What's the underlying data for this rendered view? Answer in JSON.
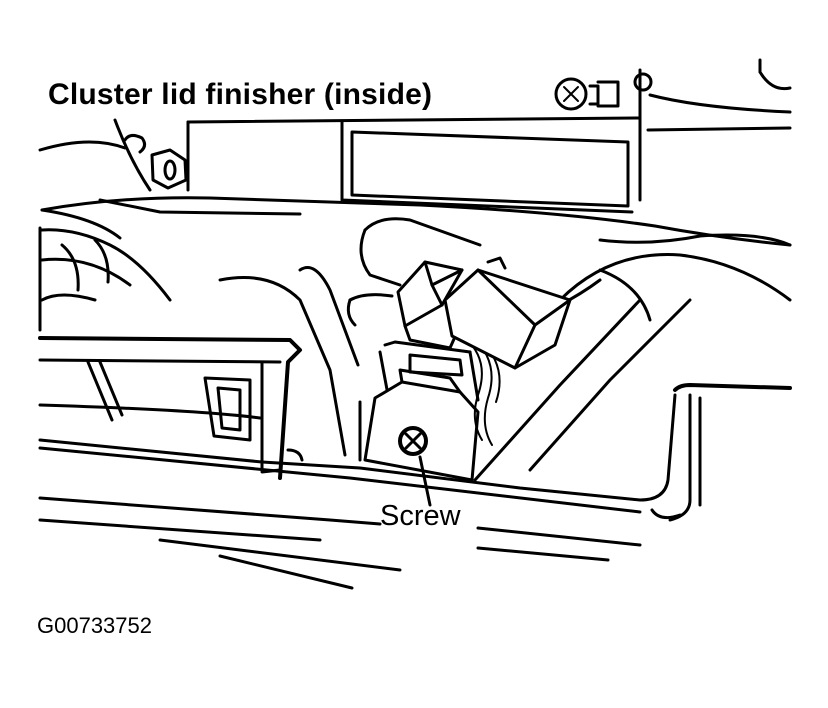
{
  "labels": {
    "title": "Cluster lid finisher (inside)",
    "screw": "Screw",
    "figure_id": "G00733752"
  },
  "icons": {
    "screw_clip": "screw-and-clip-icon",
    "screw_head": "phillips-screw-head-icon"
  },
  "colors": {
    "ink": "#000000",
    "paper": "#ffffff"
  }
}
